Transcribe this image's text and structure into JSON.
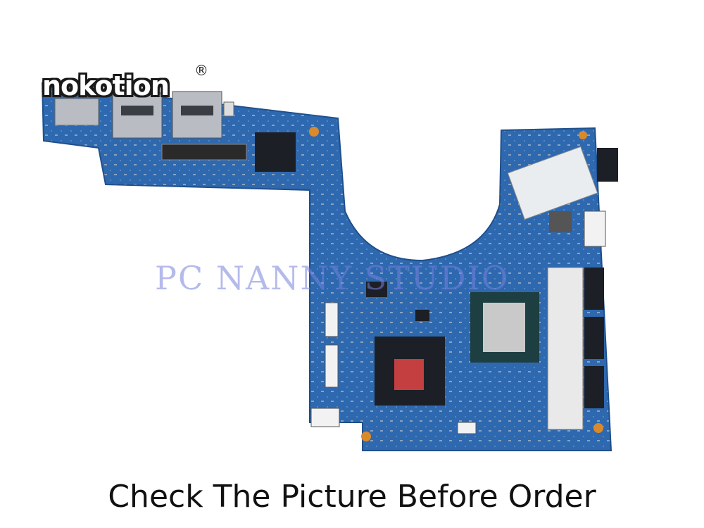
{
  "brand": {
    "logo_text": "nokotion",
    "mark": "®"
  },
  "watermark": {
    "text": "PC NANNY STUDIO"
  },
  "caption": {
    "text": "Check The Picture Before Order"
  },
  "colors": {
    "pcb": "#2e69b0",
    "pcb_dark": "#1f4f8c",
    "chip": "#1c1f26",
    "cpu_die": "#c9c9c9",
    "port_metal": "#b9bcc2"
  }
}
